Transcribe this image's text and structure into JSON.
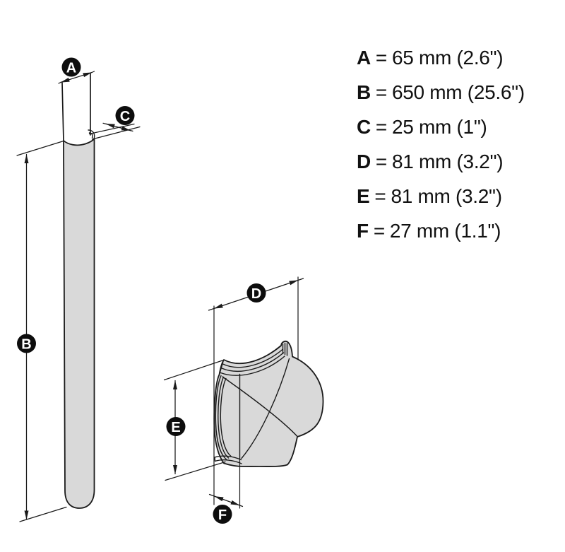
{
  "colors": {
    "background": "#ffffff",
    "part_fill": "#d9d9d9",
    "line": "#1a1a1a",
    "badge_background": "#0d0d0d",
    "badge_text": "#ffffff"
  },
  "markers": {
    "a": "A",
    "b": "B",
    "c": "C",
    "d": "D",
    "e": "E",
    "f": "F"
  },
  "legend": {
    "equals": "=",
    "items": [
      {
        "letter": "A",
        "value": "65 mm (2.6\")"
      },
      {
        "letter": "B",
        "value": "650 mm (25.6\")"
      },
      {
        "letter": "C",
        "value": "25 mm (1\")"
      },
      {
        "letter": "D",
        "value": "81 mm (3.2\")"
      },
      {
        "letter": "E",
        "value": "81 mm (3.2\")"
      },
      {
        "letter": "F",
        "value": "27 mm (1.1\")"
      }
    ]
  }
}
